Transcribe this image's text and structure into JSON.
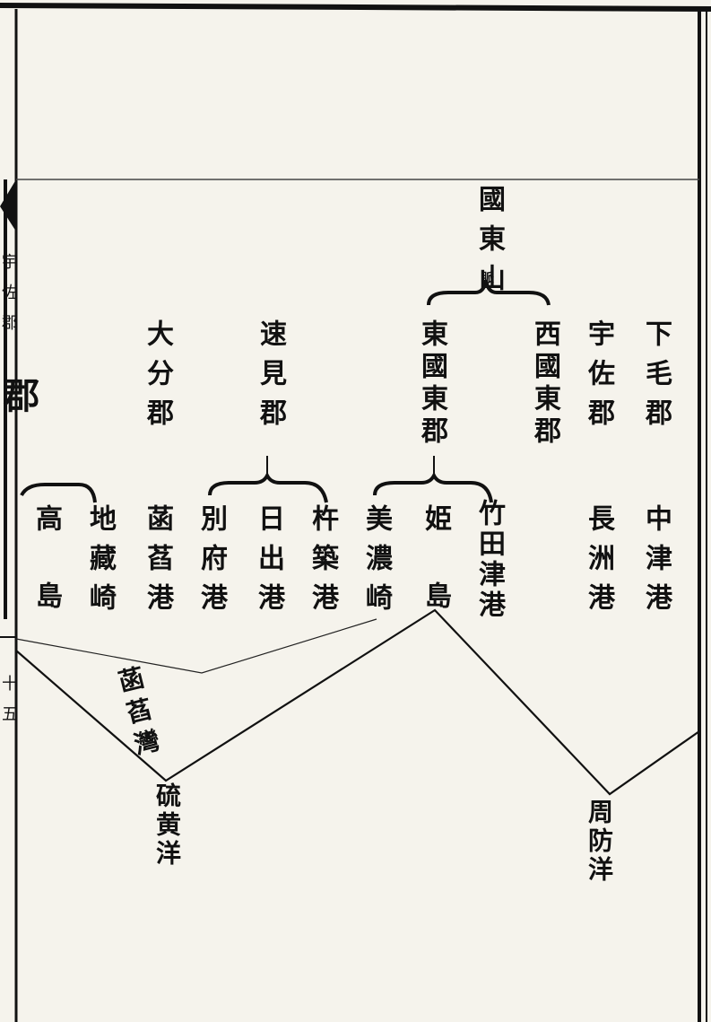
{
  "header": {
    "mountain": "國東山",
    "mountain_note": "脈"
  },
  "counties": [
    {
      "key": "shimoge",
      "name": "下毛郡",
      "ports": [
        "中津港"
      ]
    },
    {
      "key": "usa",
      "name": "宇佐郡",
      "ports": [
        "長洲港"
      ]
    },
    {
      "key": "nishi_kunisaki",
      "name": "西國東郡",
      "ports": [
        "竹田津港"
      ]
    },
    {
      "key": "higashi_kunisaki",
      "name": "東國東郡",
      "ports": [
        "姫島",
        "美濃崎"
      ]
    },
    {
      "key": "hayami",
      "name": "速見郡",
      "ports": [
        "杵築港",
        "日出港",
        "別府港"
      ]
    },
    {
      "key": "oita",
      "name": "大分郡",
      "ports": [
        "菡萏港"
      ]
    },
    {
      "key": "kitaamabe",
      "name": "",
      "ports": [
        "地藏崎",
        "高島"
      ]
    }
  ],
  "seas": {
    "bay": "菡萏灣",
    "iou_sea": "硫黄洋",
    "suo_sea": "周防洋"
  },
  "margin": {
    "left_chars": "宇佐郡",
    "left_big": "郡",
    "page_number": "十五"
  }
}
